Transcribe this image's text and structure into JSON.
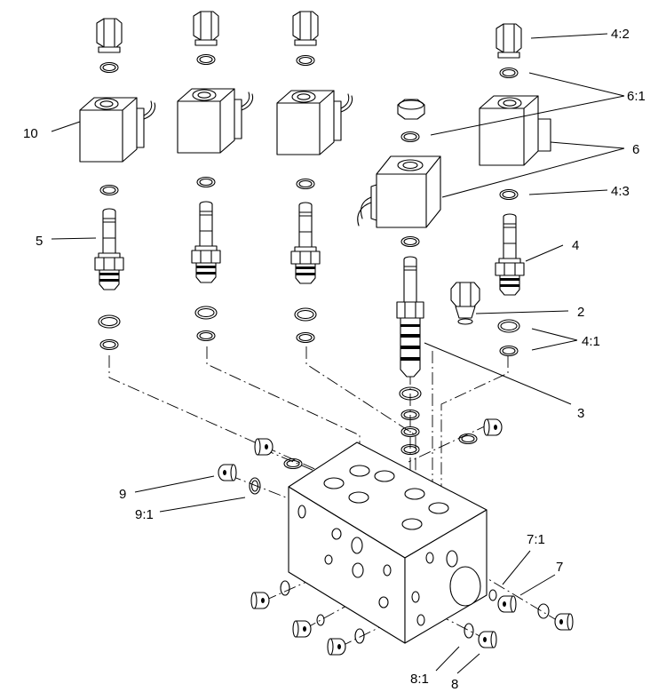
{
  "callouts": {
    "c10": "10",
    "c5": "5",
    "c9": "9",
    "c9_1": "9:1",
    "c4_2": "4:2",
    "c6_1": "6:1",
    "c6": "6",
    "c4_3": "4:3",
    "c4": "4",
    "c2": "2",
    "c4_1": "4:1",
    "c3": "3",
    "c7_1": "7:1",
    "c7": "7",
    "c8_1": "8:1",
    "c8": "8"
  }
}
